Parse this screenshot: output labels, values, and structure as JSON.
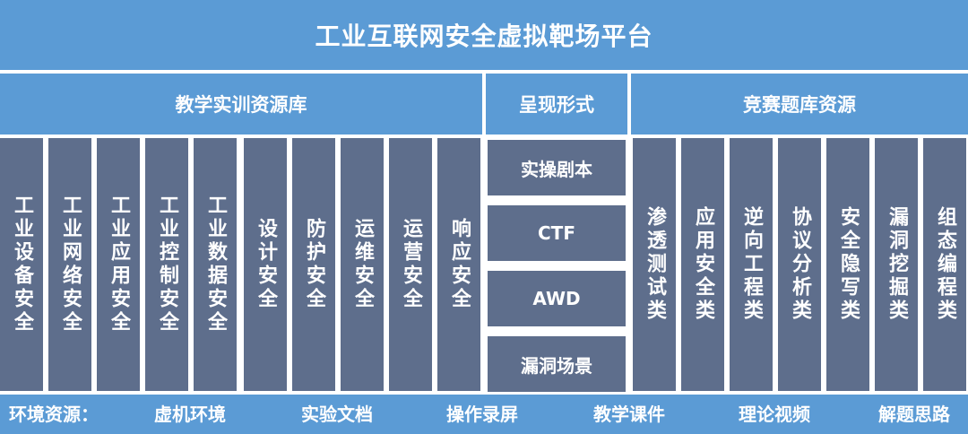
{
  "title": "工业互联网安全虚拟靶场平台",
  "sections": {
    "teaching": "教学实训资源库",
    "presentation": "呈现形式",
    "competition": "竞赛题库资源"
  },
  "teaching_items": [
    "工业设备安全",
    "工业网络安全",
    "工业应用安全",
    "工业控制安全",
    "工业数据安全",
    "设计安全",
    "防护安全",
    "运维安全",
    "运营安全",
    "响应安全"
  ],
  "presentation_items": [
    "实操剧本",
    "CTF",
    "AWD",
    "漏洞场景"
  ],
  "competition_items": [
    "渗透测试类",
    "应用安全类",
    "逆向工程类",
    "协议分析类",
    "安全隐写类",
    "漏洞挖掘类",
    "组态编程类"
  ],
  "footer": {
    "label": "环境资源：",
    "items": [
      "虚机环境",
      "实验文档",
      "操作录屏",
      "教学课件",
      "理论视频",
      "解题思路"
    ]
  },
  "colors": {
    "header_blue": "#5b9bd5",
    "box_slate": "#5e6e8c",
    "text": "#ffffff"
  }
}
